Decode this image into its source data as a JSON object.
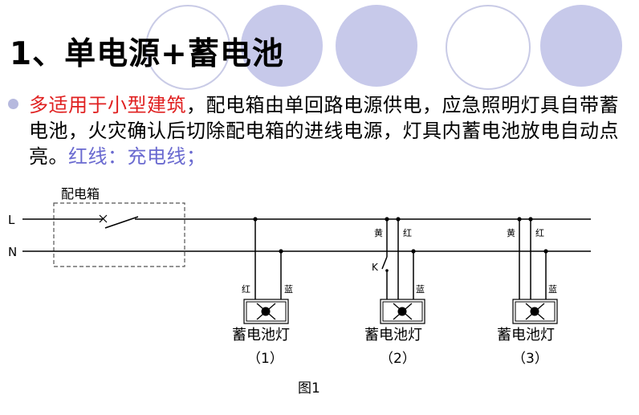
{
  "title": "1、单电源+蓄电池",
  "paragraph": {
    "highlight_red": "多适用于小型建筑",
    "text_main": "，配电箱由单回路电源供电，应急照明灯具自带蓄电池，火灾确认后切除配电箱的进线电源，灯具内蓄电池放电自动点亮。",
    "highlight_blue": "红线：充电线；"
  },
  "colors": {
    "red": "#e02020",
    "blue": "#6a6ad0",
    "circle": "#c7c9ea"
  },
  "diagram": {
    "box_label": "配电箱",
    "line_L": "L",
    "line_N": "N",
    "lamps": [
      {
        "name": "蓄电池灯",
        "index": "（1）",
        "red": "红",
        "blue": "蓝"
      },
      {
        "name": "蓄电池灯",
        "index": "（2）",
        "yellow": "黄",
        "red": "红",
        "blue": "蓝",
        "switch": "K"
      },
      {
        "name": "蓄电池灯",
        "index": "（3）",
        "yellow": "黄",
        "red": "红",
        "blue": "蓝"
      }
    ],
    "figure_label": "图1"
  }
}
